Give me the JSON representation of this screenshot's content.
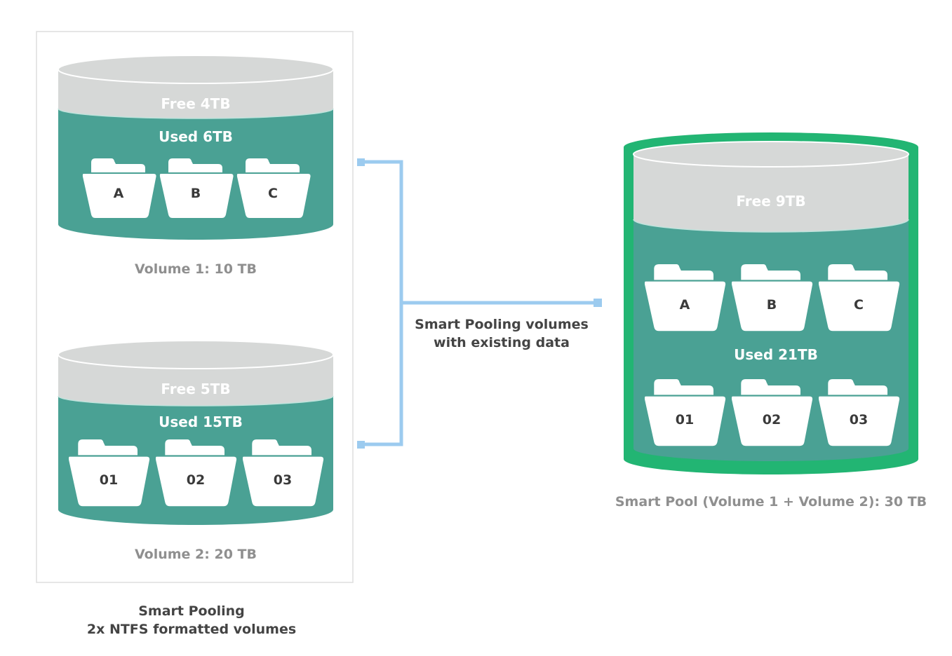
{
  "colors": {
    "free": "#d6d8d7",
    "used": "#4aa194",
    "pool_rim": "#22b573",
    "connector": "#9ccbef",
    "frame": "#dddddd",
    "caption": "#8f8f8f",
    "dark_text": "#444444",
    "folder": "#ffffff",
    "folder_text": "#3a3a3a"
  },
  "source_group": {
    "caption_line1": "Smart Pooling",
    "caption_line2": "2x NTFS formatted volumes"
  },
  "volumes": [
    {
      "free_label": "Free 4TB",
      "used_label": "Used 6TB",
      "caption": "Volume 1: 10 TB",
      "folders": [
        "A",
        "B",
        "C"
      ]
    },
    {
      "free_label": "Free 5TB",
      "used_label": "Used 15TB",
      "caption": "Volume 2: 20 TB",
      "folders": [
        "01",
        "02",
        "03"
      ]
    }
  ],
  "connector": {
    "label_line1": "Smart Pooling volumes",
    "label_line2": "with existing data"
  },
  "pool": {
    "free_label": "Free 9TB",
    "used_label": "Used 21TB",
    "caption": "Smart Pool (Volume 1 + Volume 2): 30 TB",
    "folders_row1": [
      "A",
      "B",
      "C"
    ],
    "folders_row2": [
      "01",
      "02",
      "03"
    ]
  }
}
